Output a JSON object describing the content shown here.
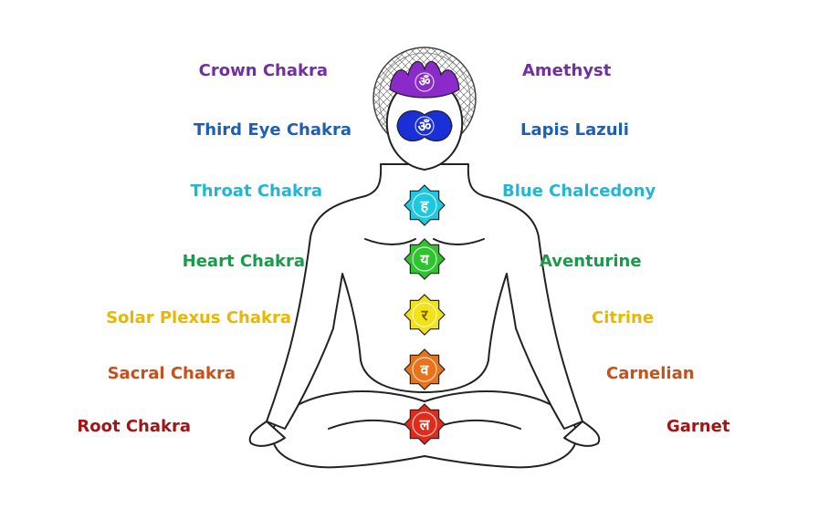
{
  "chakras": [
    {
      "chakra": "Crown Chakra",
      "stone": "Amethyst",
      "color": "#7030a0",
      "glyph": "ॐ"
    },
    {
      "chakra": "Third Eye Chakra",
      "stone": "Lapis Lazuli",
      "color": "#1f5fae",
      "glyph": "ॐ"
    },
    {
      "chakra": "Throat Chakra",
      "stone": "Blue Chalcedony",
      "color": "#1fb6d8",
      "glyph": "ह"
    },
    {
      "chakra": "Heart Chakra",
      "stone": "Aventurine",
      "color": "#1a9a4a",
      "glyph": "य"
    },
    {
      "chakra": "Solar Plexus Chakra",
      "stone": "Citrine",
      "color": "#e6b800",
      "glyph": "र"
    },
    {
      "chakra": "Sacral Chakra",
      "stone": "Carnelian",
      "color": "#c8501a",
      "glyph": "व"
    },
    {
      "chakra": "Root Chakra",
      "stone": "Garnet",
      "color": "#a31515",
      "glyph": "ल"
    }
  ],
  "symbol_fills": [
    "#8a2bc9",
    "#1a2fd6",
    "#1ec8e0",
    "#2fc42f",
    "#f2e21a",
    "#e8731a",
    "#e02a1a"
  ],
  "halo_color": "#555555",
  "body_line_color": "#222222"
}
